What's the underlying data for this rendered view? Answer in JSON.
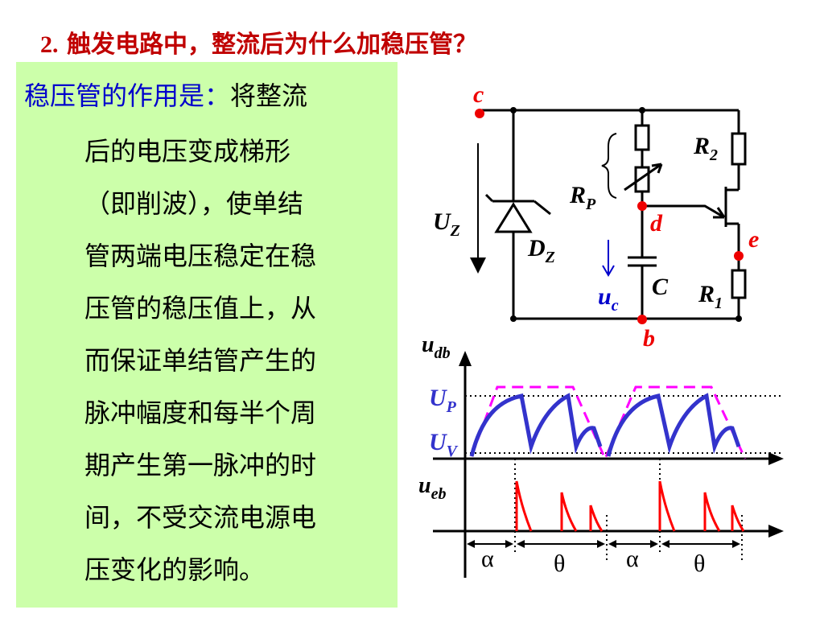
{
  "slide": {
    "title_number": "2.",
    "title_text": "触发电路中，整流后为什么加稳压管？",
    "body": {
      "lead": "稳压管的作用是：",
      "lines": [
        "将整流",
        "后的电压变成梯形",
        "（即削波），使单结",
        "管两端电压稳定在稳",
        "压管的稳压值上，从",
        "而保证单结管产生的",
        "脉冲幅度和每半个周",
        "期产生第一脉冲的时",
        "间，不受交流电源电",
        "压变化的影响。"
      ]
    },
    "circuit": {
      "node_c": "c",
      "node_d": "d",
      "node_e": "e",
      "node_b": "b",
      "uz_main": "U",
      "uz_sub": "Z",
      "dz_main": "D",
      "dz_sub": "Z",
      "rp_main": "R",
      "rp_sub": "P",
      "r2_main": "R",
      "r2_sub": "2",
      "r1_main": "R",
      "r1_sub": "1",
      "c_label": "C",
      "uc_main": "u",
      "uc_sub": "c"
    },
    "waveform": {
      "udb_main": "u",
      "udb_sub": "db",
      "up_main": "U",
      "up_sub": "P",
      "uv_main": "U",
      "uv_sub": "V",
      "ueb_main": "u",
      "ueb_sub": "eb",
      "alpha1": "α",
      "theta1": "θ",
      "alpha2": "α",
      "theta2": "θ"
    },
    "colors": {
      "title": "#c00000",
      "box_bg": "#ccffaa",
      "highlight_text": "#0000cc",
      "node_red": "#ee0000",
      "wave_blue": "#3333cc",
      "trapezoid_magenta": "#ff00ff",
      "pulse_red": "#ff0000"
    }
  }
}
